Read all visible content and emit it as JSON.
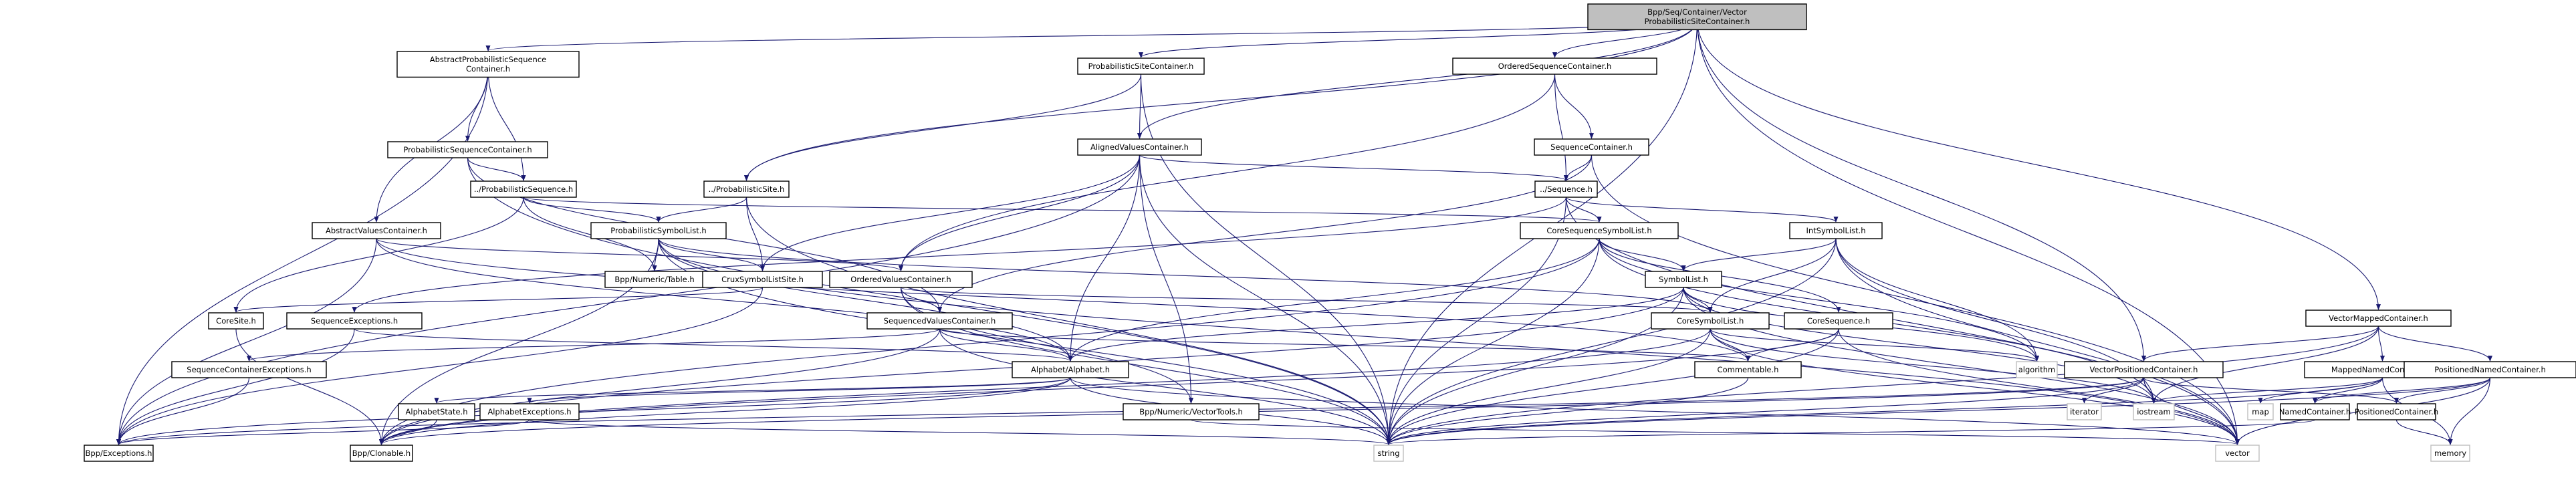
{
  "title": "Bpp/Seq/Container/VectorProbabilisticSiteContainer.h include dependency graph",
  "colors": {
    "edge": "#191970",
    "root_fill": "#bfbfbf",
    "node_border": "#000000",
    "system_border": "#bfbfbf"
  },
  "nodes": [
    {
      "id": "root",
      "lines": [
        "Bpp/Seq/Container/Vector",
        "ProbabilisticSiteContainer.h"
      ],
      "kind": "root"
    },
    {
      "id": "apsc",
      "lines": [
        "AbstractProbabilisticSequence",
        "Container.h"
      ],
      "kind": "file"
    },
    {
      "id": "psitec",
      "lines": [
        "ProbabilisticSiteContainer.h"
      ],
      "kind": "file"
    },
    {
      "id": "osc",
      "lines": [
        "OrderedSequenceContainer.h"
      ],
      "kind": "file"
    },
    {
      "id": "pseqc",
      "lines": [
        "ProbabilisticSequenceContainer.h"
      ],
      "kind": "file"
    },
    {
      "id": "avc",
      "lines": [
        "AlignedValuesContainer.h"
      ],
      "kind": "file"
    },
    {
      "id": "sc",
      "lines": [
        "SequenceContainer.h"
      ],
      "kind": "file"
    },
    {
      "id": "pseq",
      "lines": [
        "../ProbabilisticSequence.h"
      ],
      "kind": "file"
    },
    {
      "id": "psite",
      "lines": [
        "../ProbabilisticSite.h"
      ],
      "kind": "file"
    },
    {
      "id": "seq",
      "lines": [
        "../Sequence.h"
      ],
      "kind": "file"
    },
    {
      "id": "absvc",
      "lines": [
        "AbstractValuesContainer.h"
      ],
      "kind": "file"
    },
    {
      "id": "psl",
      "lines": [
        "ProbabilisticSymbolList.h"
      ],
      "kind": "file"
    },
    {
      "id": "cssl",
      "lines": [
        "CoreSequenceSymbolList.h"
      ],
      "kind": "file"
    },
    {
      "id": "isl",
      "lines": [
        "IntSymbolList.h"
      ],
      "kind": "file"
    },
    {
      "id": "table",
      "lines": [
        "Bpp/Numeric/Table.h"
      ],
      "kind": "file"
    },
    {
      "id": "cslsite",
      "lines": [
        "CruxSymbolListSite.h"
      ],
      "kind": "file"
    },
    {
      "id": "ovc",
      "lines": [
        "OrderedValuesContainer.h"
      ],
      "kind": "file"
    },
    {
      "id": "sl",
      "lines": [
        "SymbolList.h"
      ],
      "kind": "file"
    },
    {
      "id": "coresite",
      "lines": [
        "CoreSite.h"
      ],
      "kind": "file"
    },
    {
      "id": "seqexc",
      "lines": [
        "SequenceExceptions.h"
      ],
      "kind": "file"
    },
    {
      "id": "svc",
      "lines": [
        "SequencedValuesContainer.h"
      ],
      "kind": "file"
    },
    {
      "id": "coresl",
      "lines": [
        "CoreSymbolList.h"
      ],
      "kind": "file"
    },
    {
      "id": "coreseq",
      "lines": [
        "CoreSequence.h"
      ],
      "kind": "file"
    },
    {
      "id": "vmc",
      "lines": [
        "VectorMappedContainer.h"
      ],
      "kind": "file"
    },
    {
      "id": "scexc",
      "lines": [
        "SequenceContainerExceptions.h"
      ],
      "kind": "file"
    },
    {
      "id": "alpha",
      "lines": [
        "Alphabet/Alphabet.h"
      ],
      "kind": "file"
    },
    {
      "id": "comm",
      "lines": [
        "Commentable.h"
      ],
      "kind": "file"
    },
    {
      "id": "algorithm",
      "lines": [
        "algorithm"
      ],
      "kind": "system"
    },
    {
      "id": "vpc",
      "lines": [
        "VectorPositionedContainer.h"
      ],
      "kind": "file"
    },
    {
      "id": "mnc",
      "lines": [
        "MappedNamedContainer.h"
      ],
      "kind": "file"
    },
    {
      "id": "pnc",
      "lines": [
        "PositionedNamedContainer.h"
      ],
      "kind": "file"
    },
    {
      "id": "astate",
      "lines": [
        "AlphabetState.h"
      ],
      "kind": "file"
    },
    {
      "id": "aexc",
      "lines": [
        "AlphabetExceptions.h"
      ],
      "kind": "file"
    },
    {
      "id": "vtools",
      "lines": [
        "Bpp/Numeric/VectorTools.h"
      ],
      "kind": "file"
    },
    {
      "id": "iterator",
      "lines": [
        "iterator"
      ],
      "kind": "system"
    },
    {
      "id": "iostream",
      "lines": [
        "iostream"
      ],
      "kind": "system"
    },
    {
      "id": "map",
      "lines": [
        "map"
      ],
      "kind": "system"
    },
    {
      "id": "nc",
      "lines": [
        "NamedContainer.h"
      ],
      "kind": "file"
    },
    {
      "id": "pc",
      "lines": [
        "PositionedContainer.h"
      ],
      "kind": "file"
    },
    {
      "id": "exc",
      "lines": [
        "Bpp/Exceptions.h"
      ],
      "kind": "file"
    },
    {
      "id": "clon",
      "lines": [
        "Bpp/Clonable.h"
      ],
      "kind": "file"
    },
    {
      "id": "string",
      "lines": [
        "string"
      ],
      "kind": "system"
    },
    {
      "id": "memory",
      "lines": [
        "memory"
      ],
      "kind": "system"
    },
    {
      "id": "vector",
      "lines": [
        "vector"
      ],
      "kind": "system"
    }
  ],
  "edges": [
    [
      "root",
      "apsc"
    ],
    [
      "root",
      "psitec"
    ],
    [
      "root",
      "osc"
    ],
    [
      "root",
      "avc"
    ],
    [
      "root",
      "psite"
    ],
    [
      "root",
      "vmc"
    ],
    [
      "root",
      "vpc"
    ],
    [
      "root",
      "vector"
    ],
    [
      "root",
      "string"
    ],
    [
      "apsc",
      "pseqc"
    ],
    [
      "apsc",
      "pseq"
    ],
    [
      "apsc",
      "absvc"
    ],
    [
      "apsc",
      "exc"
    ],
    [
      "psitec",
      "avc"
    ],
    [
      "psitec",
      "psite"
    ],
    [
      "psitec",
      "string"
    ],
    [
      "osc",
      "sc"
    ],
    [
      "osc",
      "seq"
    ],
    [
      "osc",
      "ovc"
    ],
    [
      "pseqc",
      "pseq"
    ],
    [
      "pseqc",
      "svc"
    ],
    [
      "pseqc",
      "string"
    ],
    [
      "avc",
      "seq"
    ],
    [
      "avc",
      "cslsite"
    ],
    [
      "avc",
      "ovc"
    ],
    [
      "avc",
      "vtools"
    ],
    [
      "avc",
      "string"
    ],
    [
      "avc",
      "exc"
    ],
    [
      "avc",
      "alpha"
    ],
    [
      "sc",
      "seq"
    ],
    [
      "sc",
      "svc"
    ],
    [
      "sc",
      "vector"
    ],
    [
      "pseq",
      "psl"
    ],
    [
      "pseq",
      "cssl"
    ],
    [
      "pseq",
      "coresite"
    ],
    [
      "pseq",
      "table"
    ],
    [
      "psite",
      "psl"
    ],
    [
      "psite",
      "cslsite"
    ],
    [
      "psite",
      "string"
    ],
    [
      "seq",
      "cssl"
    ],
    [
      "seq",
      "isl"
    ],
    [
      "seq",
      "seqexc"
    ],
    [
      "seq",
      "string"
    ],
    [
      "seq",
      "vector"
    ],
    [
      "absvc",
      "ovc"
    ],
    [
      "absvc",
      "alpha"
    ],
    [
      "absvc",
      "exc"
    ],
    [
      "absvc",
      "comm"
    ],
    [
      "psl",
      "table"
    ],
    [
      "psl",
      "cslsite"
    ],
    [
      "psl",
      "coresl"
    ],
    [
      "psl",
      "alpha"
    ],
    [
      "psl",
      "clon"
    ],
    [
      "psl",
      "string"
    ],
    [
      "psl",
      "vector"
    ],
    [
      "cssl",
      "sl"
    ],
    [
      "cssl",
      "coreseq"
    ],
    [
      "cssl",
      "algorithm"
    ],
    [
      "cssl",
      "iostream"
    ],
    [
      "cssl",
      "string"
    ],
    [
      "cssl",
      "alpha"
    ],
    [
      "cssl",
      "clon"
    ],
    [
      "isl",
      "sl"
    ],
    [
      "isl",
      "coresl"
    ],
    [
      "isl",
      "algorithm"
    ],
    [
      "isl",
      "iostream"
    ],
    [
      "isl",
      "string"
    ],
    [
      "isl",
      "vector"
    ],
    [
      "cslsite",
      "coresite"
    ],
    [
      "cslsite",
      "exc"
    ],
    [
      "ovc",
      "svc"
    ],
    [
      "ovc",
      "vtools"
    ],
    [
      "ovc",
      "string"
    ],
    [
      "ovc",
      "coresl"
    ],
    [
      "sl",
      "coresl"
    ],
    [
      "sl",
      "alpha"
    ],
    [
      "sl",
      "algorithm"
    ],
    [
      "sl",
      "iostream"
    ],
    [
      "sl",
      "string"
    ],
    [
      "sl",
      "vector"
    ],
    [
      "sl",
      "clon"
    ],
    [
      "coresite",
      "clon"
    ],
    [
      "seqexc",
      "alpha"
    ],
    [
      "seqexc",
      "exc"
    ],
    [
      "svc",
      "alpha"
    ],
    [
      "svc",
      "scexc"
    ],
    [
      "svc",
      "comm"
    ],
    [
      "svc",
      "string"
    ],
    [
      "svc",
      "clon"
    ],
    [
      "coresl",
      "comm"
    ],
    [
      "coresl",
      "algorithm"
    ],
    [
      "coresl",
      "string"
    ],
    [
      "coresl",
      "vector"
    ],
    [
      "coresl",
      "clon"
    ],
    [
      "coresl",
      "iostream"
    ],
    [
      "coreseq",
      "comm"
    ],
    [
      "coreseq",
      "string"
    ],
    [
      "coreseq",
      "vector"
    ],
    [
      "coreseq",
      "clon"
    ],
    [
      "vmc",
      "vpc"
    ],
    [
      "vmc",
      "mnc"
    ],
    [
      "vmc",
      "pnc"
    ],
    [
      "vmc",
      "iostream"
    ],
    [
      "vmc",
      "string"
    ],
    [
      "scexc",
      "exc"
    ],
    [
      "alpha",
      "astate"
    ],
    [
      "alpha",
      "aexc"
    ],
    [
      "alpha",
      "clon"
    ],
    [
      "alpha",
      "string"
    ],
    [
      "alpha",
      "vector"
    ],
    [
      "alpha",
      "exc"
    ],
    [
      "comm",
      "string"
    ],
    [
      "vpc",
      "iterator"
    ],
    [
      "vpc",
      "iostream"
    ],
    [
      "vpc",
      "pc"
    ],
    [
      "vpc",
      "string"
    ],
    [
      "vpc",
      "vector"
    ],
    [
      "vpc",
      "clon"
    ],
    [
      "vpc",
      "exc"
    ],
    [
      "mnc",
      "nc"
    ],
    [
      "mnc",
      "map"
    ],
    [
      "mnc",
      "memory"
    ],
    [
      "mnc",
      "iostream"
    ],
    [
      "mnc",
      "string"
    ],
    [
      "pnc",
      "pc"
    ],
    [
      "pnc",
      "nc"
    ],
    [
      "pnc",
      "memory"
    ],
    [
      "pnc",
      "vector"
    ],
    [
      "pnc",
      "string"
    ],
    [
      "astate",
      "clon"
    ],
    [
      "aexc",
      "exc"
    ],
    [
      "aexc",
      "string"
    ],
    [
      "vtools",
      "vector"
    ],
    [
      "nc",
      "string"
    ],
    [
      "pc",
      "memory"
    ]
  ]
}
